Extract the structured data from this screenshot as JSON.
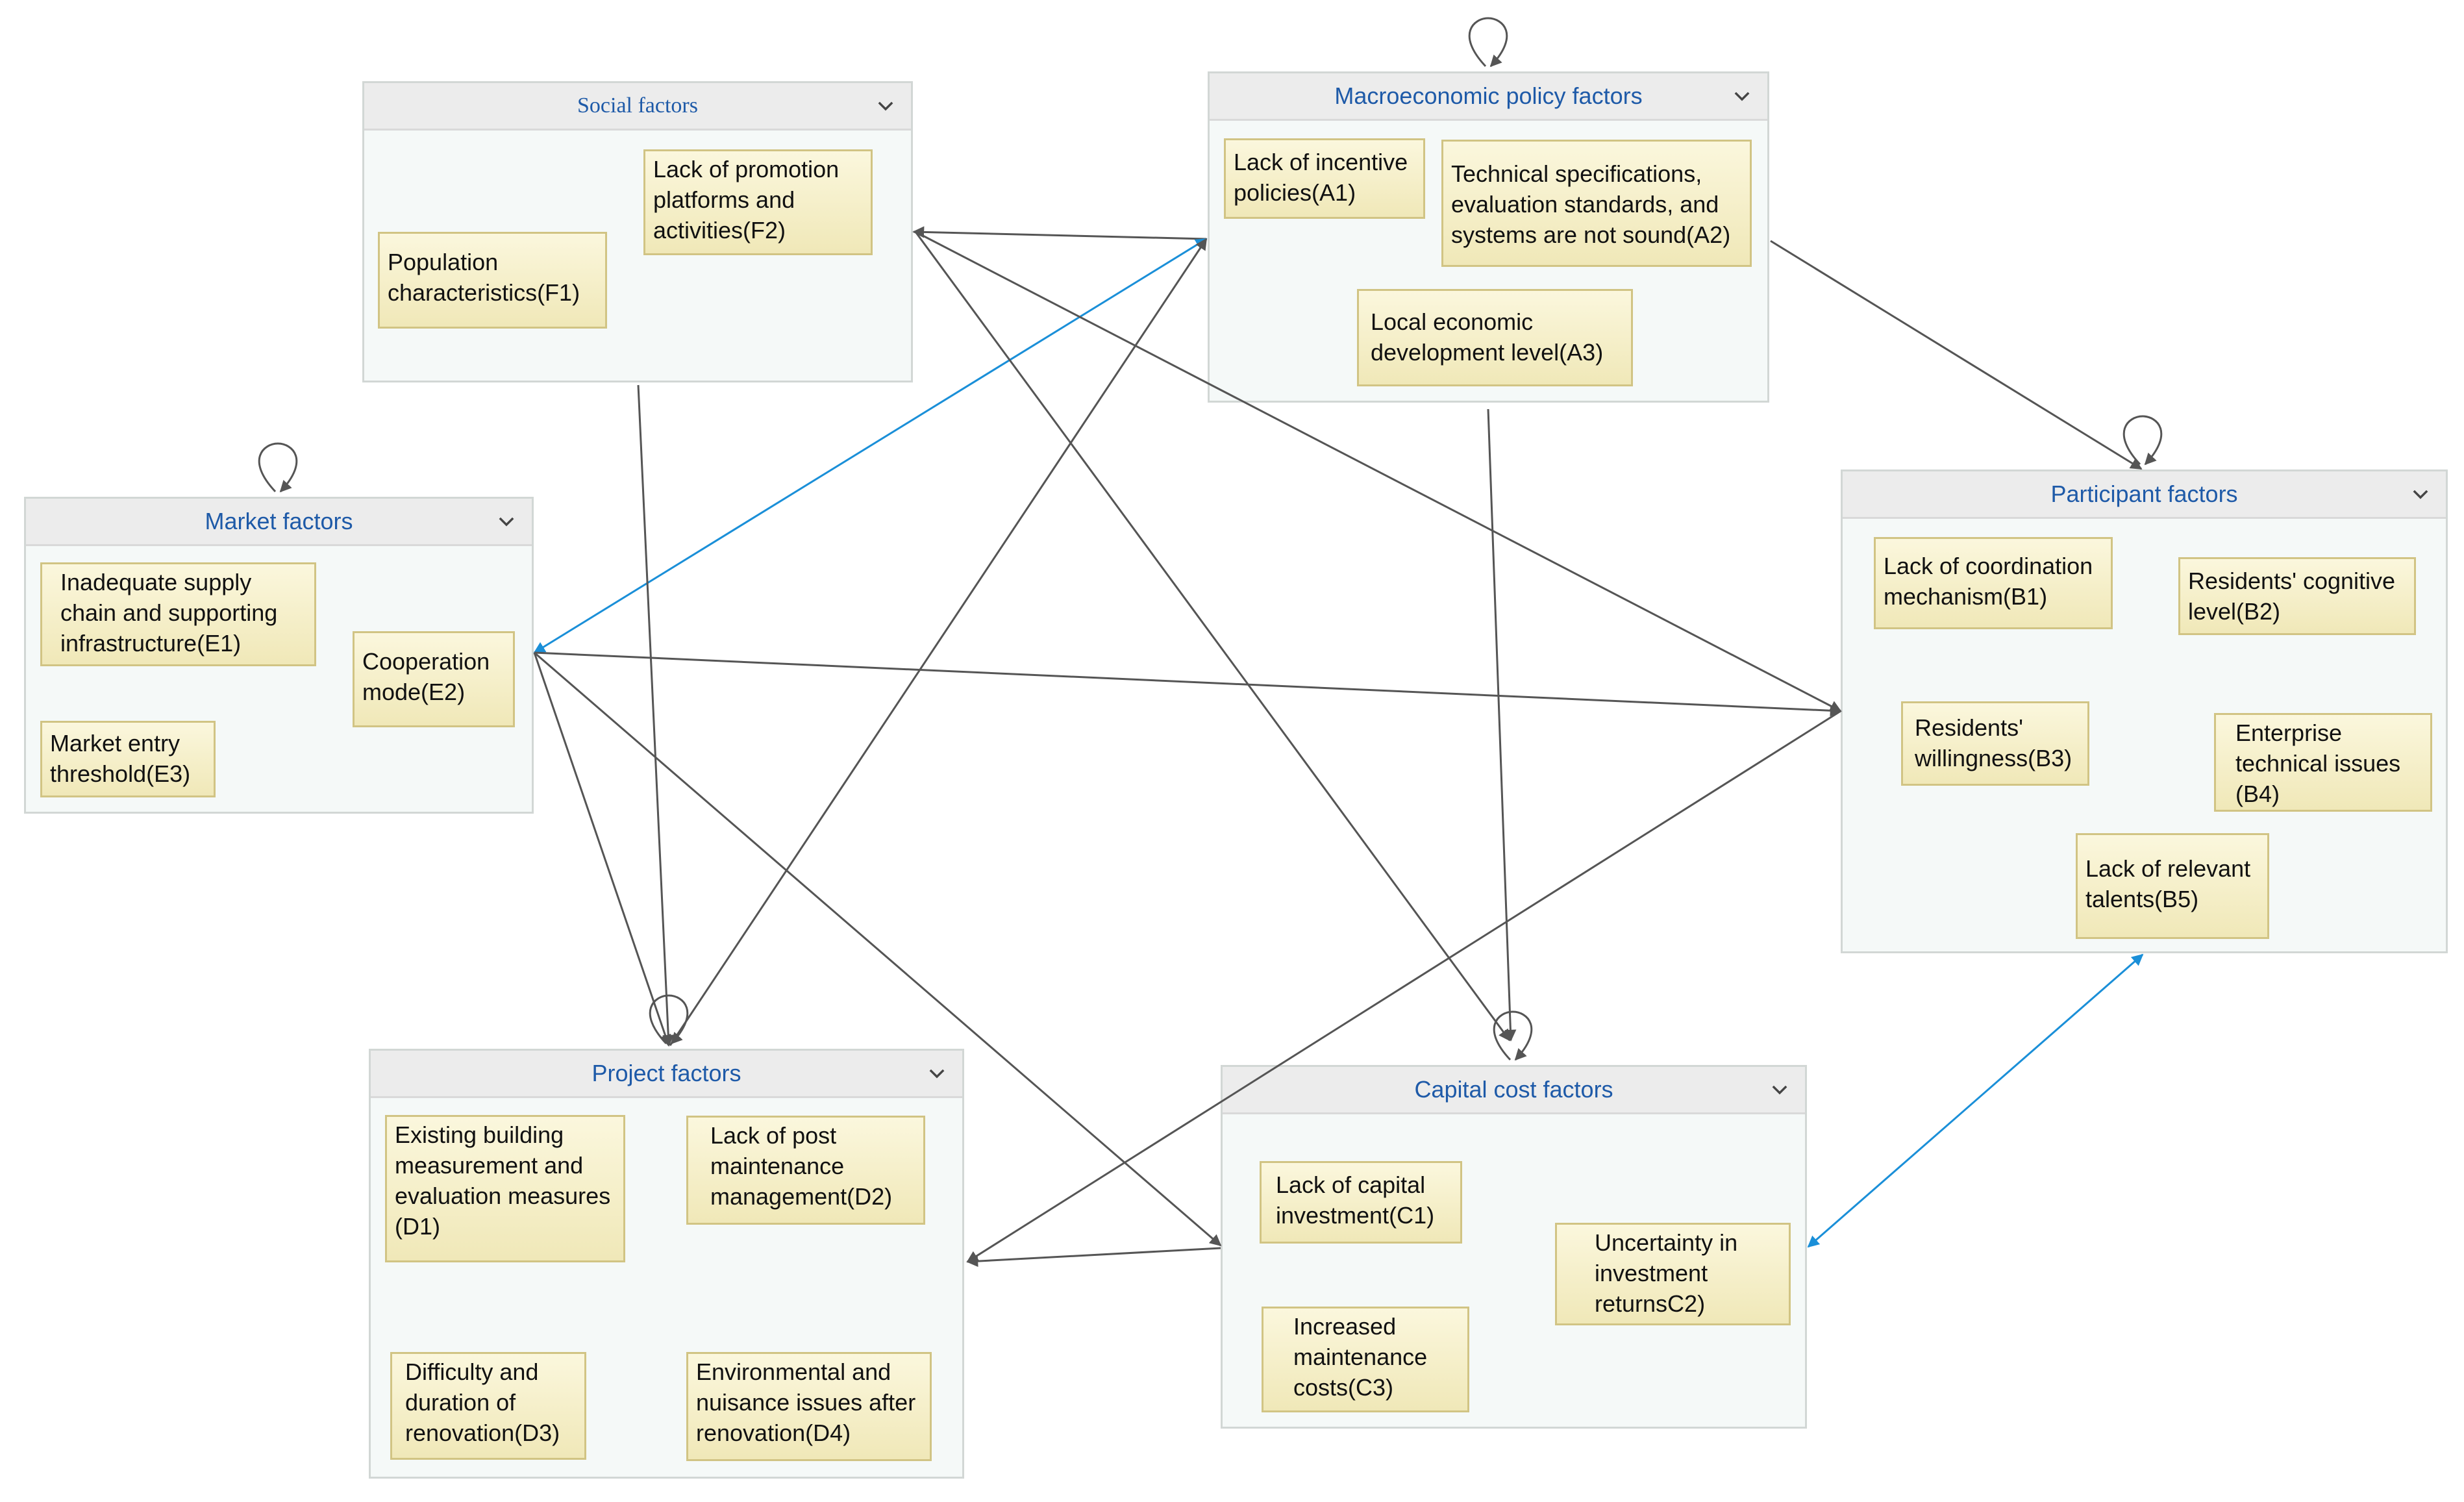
{
  "groups": {
    "social": {
      "title": "Social factors",
      "nodes": {
        "f2": "Lack of promotion platforms and activities(F2)",
        "f1": "Population characteristics(F1)"
      }
    },
    "macro": {
      "title": "Macroeconomic policy factors",
      "nodes": {
        "a1": "Lack of incentive policies(A1)",
        "a2": "Technical specifications, evaluation standards, and systems are not sound(A2)",
        "a3": "Local economic development level(A3)"
      }
    },
    "market": {
      "title": "Market factors",
      "nodes": {
        "e1": "Inadequate supply chain and supporting infrastructure(E1)",
        "e2": "Cooperation mode(E2)",
        "e3": "Market entry threshold(E3)"
      }
    },
    "participant": {
      "title": "Participant factors",
      "nodes": {
        "b1": "Lack of coordination mechanism(B1)",
        "b2": "Residents' cognitive level(B2)",
        "b3": "Residents' willingness(B3)",
        "b4": "Enterprise technical issues (B4)",
        "b5": "Lack of relevant talents(B5)"
      }
    },
    "project": {
      "title": "Project factors",
      "nodes": {
        "d1": "Existing building measurement and evaluation measures (D1)",
        "d2": "Lack of post maintenance management(D2)",
        "d3": "Difficulty and duration of renovation(D3)",
        "d4": "Environmental and nuisance issues after renovation(D4)"
      }
    },
    "capital": {
      "title": "Capital cost factors",
      "nodes": {
        "c1": "Lack of capital investment(C1)",
        "c2": "Uncertainty in investment returnsC2)",
        "c3": "Increased maintenance costs(C3)"
      }
    }
  },
  "edges": [
    {
      "from": "macro",
      "to": "social",
      "kind": "directed"
    },
    {
      "from": "macro",
      "to": "participant",
      "kind": "directed"
    },
    {
      "from": "macro",
      "to": "capital",
      "kind": "directed"
    },
    {
      "from": "macro",
      "to": "market",
      "kind": "bidirectional"
    },
    {
      "from": "social",
      "to": "project",
      "kind": "directed"
    },
    {
      "from": "social",
      "to": "capital",
      "kind": "directed"
    },
    {
      "from": "social",
      "to": "participant",
      "kind": "directed"
    },
    {
      "from": "project",
      "to": "macro",
      "kind": "directed"
    },
    {
      "from": "market",
      "to": "project",
      "kind": "directed"
    },
    {
      "from": "market",
      "to": "capital",
      "kind": "directed"
    },
    {
      "from": "market",
      "to": "participant",
      "kind": "directed"
    },
    {
      "from": "participant",
      "to": "project",
      "kind": "directed"
    },
    {
      "from": "capital",
      "to": "project",
      "kind": "directed"
    },
    {
      "from": "capital",
      "to": "participant",
      "kind": "bidirectional"
    }
  ],
  "self_loops": [
    "macro",
    "market",
    "participant",
    "project",
    "capital"
  ],
  "colors": {
    "arrow": "#555555",
    "bidirectional_arrow": "#1a8fd8",
    "group_title": "#1e5aa8",
    "node_fill": "#f5efc8",
    "node_border": "#d1c484",
    "group_fill": "#f5f9f8",
    "header_fill": "#ececec"
  },
  "icons": {
    "collapse": "chevron-down-icon",
    "self_loop": "self-loop-icon"
  }
}
